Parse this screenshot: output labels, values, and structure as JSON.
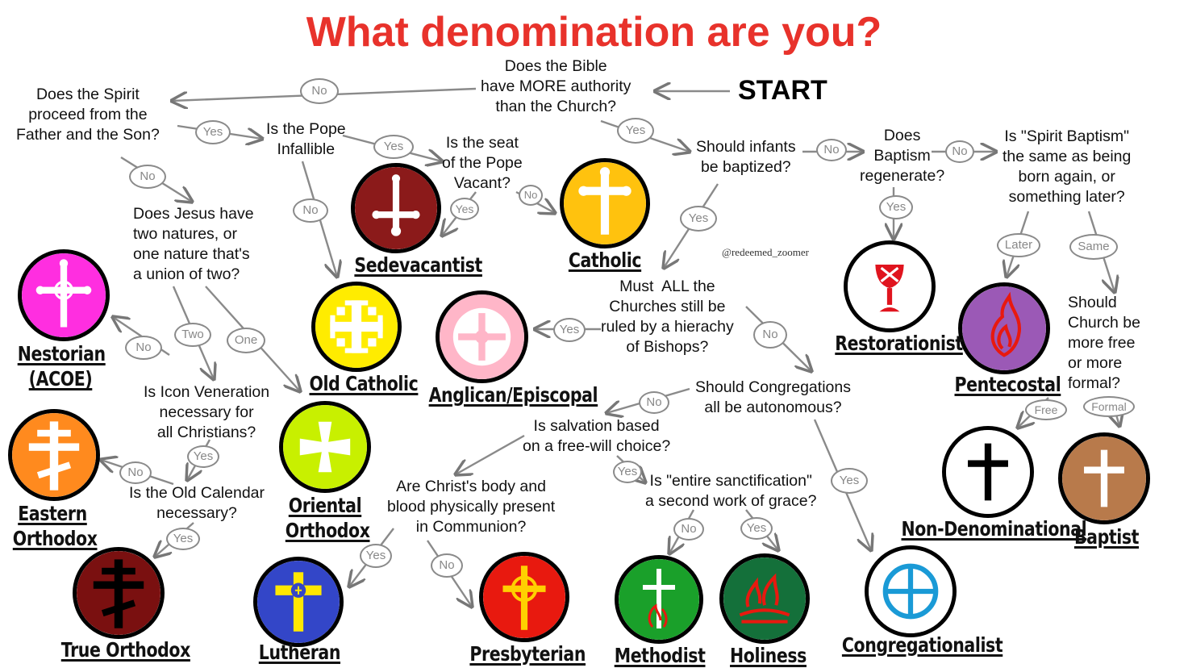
{
  "title": "What denomination are you?",
  "start": "START",
  "handle": "@redeemed_zoomer",
  "questions": {
    "bible": "Does the Bible\nhave MORE authority\nthan the Church?",
    "spirit": "Does the Spirit\nproceed from the\nFather and the Son?",
    "pope": "Is the Pope\nInfallible",
    "seat": "Is the seat\nof the Pope\nVacant?",
    "infants": "Should infants\nbe baptized?",
    "regenerate": "Does\nBaptism\nregenerate?",
    "spirit_baptism": "Is \"Spirit Baptism\"\nthe same as being\nborn again, or\nsomething later?",
    "natures": "Does Jesus have\ntwo natures, or\none nature that's\na union of two?",
    "bishops": "Must  ALL the\nChurches still be\nruled by a hierachy\nof Bishops?",
    "church_formal": "Should\nChurch be\nmore free\nor more\nformal?",
    "icon": "Is Icon Veneration\nnecessary for\nall Christians?",
    "autonomous": "Should Congregations\nall be autonomous?",
    "free_will": "Is salvation based\non a free-will choice?",
    "calendar": "Is the Old Calendar\nnecessary?",
    "communion": "Are Christ's body and\nblood physically present\nin Communion?",
    "sanctification": "Is \"entire sanctification\"\na second work of grace?"
  },
  "answers": {
    "no": "No",
    "yes": "Yes",
    "two": "Two",
    "one": "One",
    "later": "Later",
    "same": "Same",
    "free": "Free",
    "formal": "Formal"
  },
  "denominations": {
    "sedevacantist": "Sedevacantist",
    "catholic": "Catholic",
    "nestorian": "Nestorian\n(ACOE)",
    "old_catholic": "Old Catholic",
    "anglican": "Anglican/Episcopal",
    "restorationist": "Restorationist",
    "pentecostal": "Pentecostal",
    "eastern_orthodox": "Eastern\nOrthodox",
    "oriental_orthodox": "Oriental\nOrthodox",
    "non_denominational": "Non-Denominational",
    "baptist": "Baptist",
    "true_orthodox": "True Orthodox",
    "lutheran": "Lutheran",
    "presbyterian": "Presbyterian",
    "methodist": "Methodist",
    "holiness": "Holiness",
    "congregationalist": "Congregationalist"
  },
  "colors": {
    "title": "#e8322b",
    "sedevacantist": "#8b1a1a",
    "catholic": "#ffc20e",
    "nestorian": "#ff2ee0",
    "old_catholic": "#ffec00",
    "anglican": "#ffb6c8",
    "restorationist": "#ffffff",
    "pentecostal": "#9b59b6",
    "eastern_orthodox": "#ff8a1e",
    "oriental_orthodox": "#c8f000",
    "non_denominational": "#ffffff",
    "baptist": "#b87a4b",
    "true_orthodox": "#7a1010",
    "lutheran": "#3346c8",
    "presbyterian": "#e8190f",
    "methodist": "#1aa02a",
    "holiness": "#14703a",
    "congregationalist": "#ffffff"
  }
}
